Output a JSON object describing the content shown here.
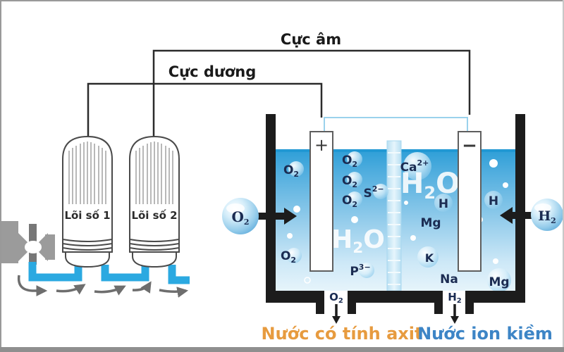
{
  "wiring": {
    "cathode_label": "Cực âm",
    "anode_label": "Cực dương"
  },
  "filters": {
    "filter1_label": "Lõi số 1",
    "filter2_label": "Lõi số 2"
  },
  "tank": {
    "positive_sign": "+",
    "negative_sign": "−",
    "left_chamber": {
      "o2_far": {
        "main": "O",
        "sub": "2"
      },
      "o2_top": {
        "main": "O",
        "sub": "2"
      },
      "o2_mid": {
        "main": "O",
        "sub": "2"
      },
      "o2_low": {
        "main": "O",
        "sub": "2"
      },
      "sulfide": {
        "main": "S",
        "sup": "2−"
      },
      "o2_bottom": {
        "main": "O",
        "sub": "2"
      },
      "phosphide": {
        "main": "P",
        "sup": "3−"
      },
      "water": {
        "h": "H",
        "two": "2",
        "o": "O"
      }
    },
    "right_chamber": {
      "calcium": {
        "main": "Ca",
        "sup": "2+"
      },
      "water": {
        "h": "H",
        "two": "2",
        "o": "O"
      },
      "hydrogen_left": "H",
      "hydrogen_right": "H",
      "magnesium_mid": "Mg",
      "potassium": "K",
      "sodium": "Na",
      "magnesium_low": "Mg"
    }
  },
  "gas_input": {
    "oxygen": {
      "main": "O",
      "sub": "2"
    },
    "hydrogen": {
      "main": "H",
      "sub": "2"
    }
  },
  "gas_outlet": {
    "oxygen": {
      "main": "O",
      "sub": "2"
    },
    "hydrogen": {
      "main": "H",
      "sub": "2"
    }
  },
  "output_water": {
    "acidic": "Nước có tính axit",
    "alkaline": "Nước ion kiềm"
  },
  "colors": {
    "pipe_blue": "#2BA9E1",
    "acid_orange": "#E79B3F",
    "alkaline_blue": "#3D85C6",
    "ion_navy": "#1B2C52",
    "tank_black": "#1C1C1C",
    "water_top": "#2D9ED7",
    "water_bottom": "#E8F5FC"
  }
}
